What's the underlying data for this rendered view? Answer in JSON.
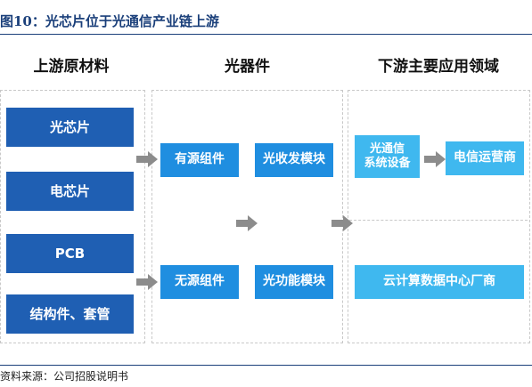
{
  "figure": {
    "title": "图10：光芯片位于光通信产业链上游",
    "source": "资料来源：公司招股说明书"
  },
  "columns": {
    "upstream": {
      "header": "上游原材料",
      "items": [
        "光芯片",
        "电芯片",
        "PCB",
        "结构件、套管"
      ]
    },
    "midstream": {
      "header": "光器件",
      "items": [
        "有源组件",
        "光收发模块",
        "无源组件",
        "光功能模块"
      ]
    },
    "downstream": {
      "header": "下游主要应用领域",
      "items": [
        "光通信\n系统设备",
        "电信运营商",
        "云计算数据中心厂商"
      ]
    }
  },
  "colors": {
    "dark_blue": "#1f5fb3",
    "mid_blue": "#1f8ee0",
    "light_blue": "#3fb8ef",
    "arrow_gray": "#8c8c8c",
    "dashed_border": "#c8c8c8",
    "title_blue": "#1a3f7a"
  }
}
